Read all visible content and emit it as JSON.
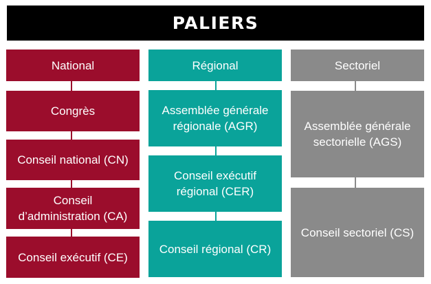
{
  "title": "PALIERS",
  "colors": {
    "header": "#000000",
    "national": "#9b0d2c",
    "regional": "#0aa39a",
    "sectoriel": "#8a8a8a"
  },
  "columns": {
    "national": {
      "label": "National",
      "items": [
        "Congrès",
        "Conseil national (CN)",
        "Conseil\nd’administration (CA)",
        "Conseil exécutif (CE)"
      ]
    },
    "regional": {
      "label": "Régional",
      "items": [
        "Assemblée générale\nrégionale (AGR)",
        "Conseil exécutif\nrégional (CER)",
        "Conseil régional (CR)"
      ]
    },
    "sectoriel": {
      "label": "Sectoriel",
      "items": [
        "Assemblée générale\nsectorielle (AGS)",
        "Conseil sectoriel (CS)"
      ]
    }
  }
}
